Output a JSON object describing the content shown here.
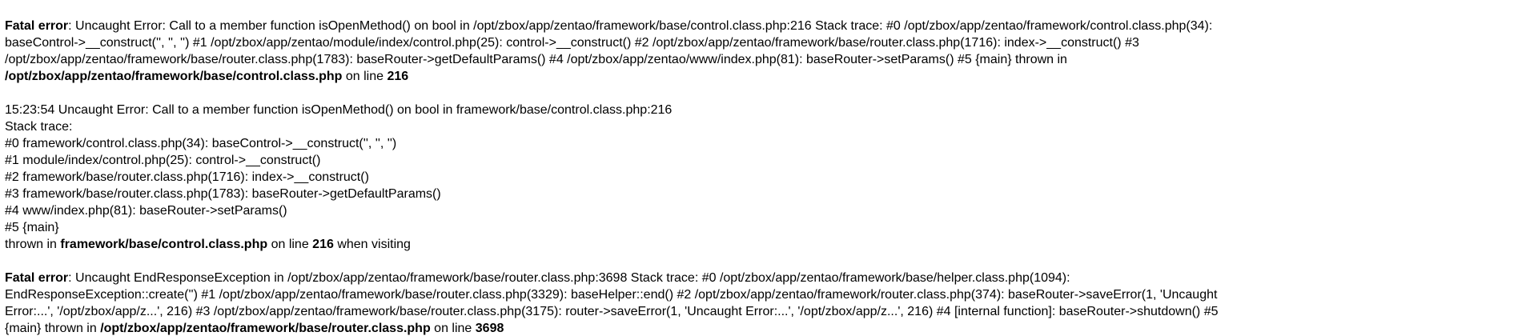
{
  "error1": {
    "label": "Fatal error",
    "message": ": Uncaught Error: Call to a member function isOpenMethod() on bool in /opt/zbox/app/zentao/framework/base/control.class.php:216 Stack trace: #0 /opt/zbox/app/zentao/framework/control.class.php(34): baseControl->__construct('', '', '') #1 /opt/zbox/app/zentao/module/index/control.php(25): control->__construct() #2 /opt/zbox/app/zentao/framework/base/router.class.php(1716): index->__construct() #3 /opt/zbox/app/zentao/framework/base/router.class.php(1783): baseRouter->getDefaultParams() #4 /opt/zbox/app/zentao/www/index.php(81): baseRouter->setParams() #5 {main} thrown in ",
    "file": "/opt/zbox/app/zentao/framework/base/control.class.php",
    "on_line": " on line ",
    "line_no": "216"
  },
  "trace": {
    "headline": "15:23:54 Uncaught Error: Call to a member function isOpenMethod() on bool in framework/base/control.class.php:216",
    "stack_label": "Stack trace:",
    "frames": [
      "#0 framework/control.class.php(34): baseControl->__construct('', '', '')",
      "#1 module/index/control.php(25): control->__construct()",
      "#2 framework/base/router.class.php(1716): index->__construct()",
      "#3 framework/base/router.class.php(1783): baseRouter->getDefaultParams()",
      "#4 www/index.php(81): baseRouter->setParams()",
      "#5 {main}"
    ],
    "thrown_in": "thrown in ",
    "file": "framework/base/control.class.php",
    "on_line": " on line ",
    "line_no": "216",
    "when": " when visiting"
  },
  "error2": {
    "label": "Fatal error",
    "message": ": Uncaught EndResponseException in /opt/zbox/app/zentao/framework/base/router.class.php:3698 Stack trace: #0 /opt/zbox/app/zentao/framework/base/helper.class.php(1094): EndResponseException::create('') #1 /opt/zbox/app/zentao/framework/base/router.class.php(3329): baseHelper::end() #2 /opt/zbox/app/zentao/framework/router.class.php(374): baseRouter->saveError(1, 'Uncaught Error:...', '/opt/zbox/app/z...', 216) #3 /opt/zbox/app/zentao/framework/base/router.class.php(3175): router->saveError(1, 'Uncaught Error:...', '/opt/zbox/app/z...', 216) #4 [internal function]: baseRouter->shutdown() #5 {main} thrown in ",
    "file": "/opt/zbox/app/zentao/framework/base/router.class.php",
    "on_line": " on line ",
    "line_no": "3698"
  }
}
